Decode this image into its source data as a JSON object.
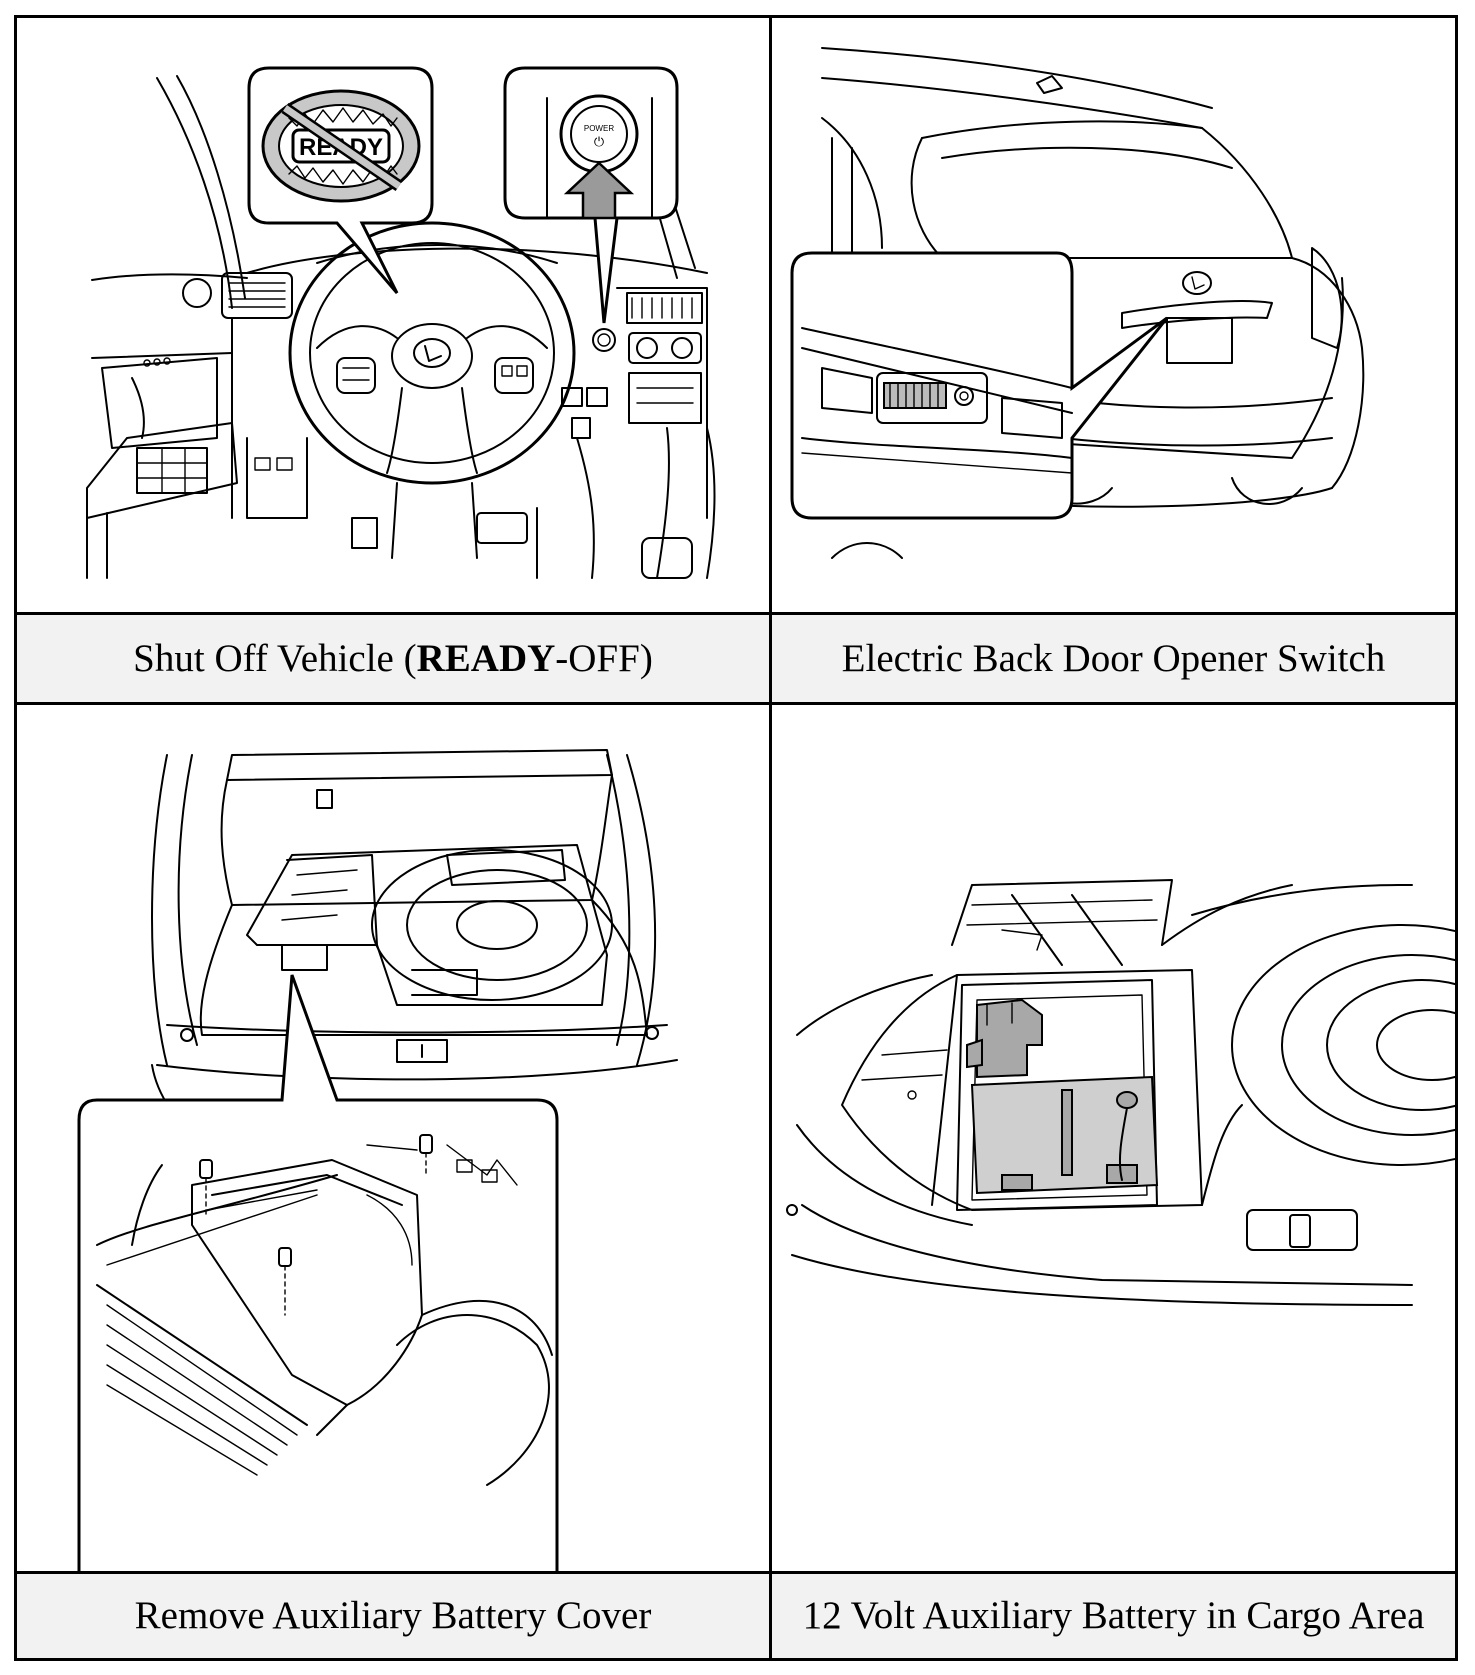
{
  "panels": [
    {
      "caption_prefix": "Shut Off Vehicle (",
      "caption_bold": "READY",
      "caption_suffix": "-OFF)",
      "ready_label": "READY",
      "power_label": "POWER",
      "power_symbol": "⏻"
    },
    {
      "caption": "Electric Back Door Opener Switch"
    },
    {
      "caption": "Remove Auxiliary Battery Cover"
    },
    {
      "caption": "12 Volt Auxiliary Battery in Cargo Area"
    }
  ]
}
